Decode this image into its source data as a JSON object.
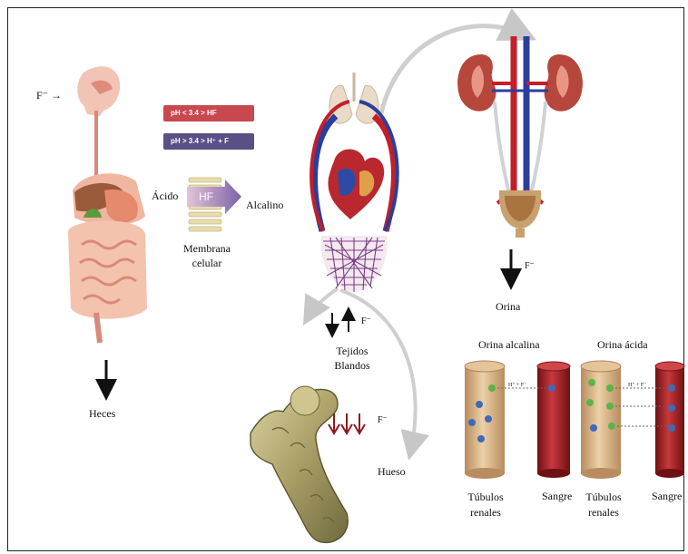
{
  "labels": {
    "f_intake": "F⁻ →",
    "ph_acid": "pH < 3.4        > HF",
    "ph_alk": "pH > 3.4        > H⁺ + F",
    "hf": "HF",
    "acido": "Ácido",
    "alcalino": "Alcalino",
    "membrana": "Membrana",
    "celular": "celular",
    "heces": "Heces",
    "f_soft": "F⁻",
    "tejidos": "Tejidos",
    "blandos": "Blandos",
    "f_bone": "F⁻",
    "hueso": "Hueso",
    "f_urine": "F⁻",
    "orina": "Orina",
    "orina_alcalina": "Orina alcalina",
    "orina_acida": "Orina ácida",
    "tubulos_1": "Túbulos",
    "renales_1": "renales",
    "sangre_1": "Sangre",
    "tubulos_2": "Túbulos",
    "renales_2": "renales",
    "sangre_2": "Sangre",
    "flux_1": "H⁺ + F⁻",
    "flux_2": "H⁺ + F⁻"
  },
  "colors": {
    "ph_acid": "#c9484f",
    "ph_alk": "#5b4f86",
    "artery": "#c41e2a",
    "vein": "#2a3f9c",
    "tubule": "#d8b48a",
    "blood_vessel": "#9b1d22",
    "ion_green": "#5bb34a",
    "ion_blue": "#4169b8"
  }
}
